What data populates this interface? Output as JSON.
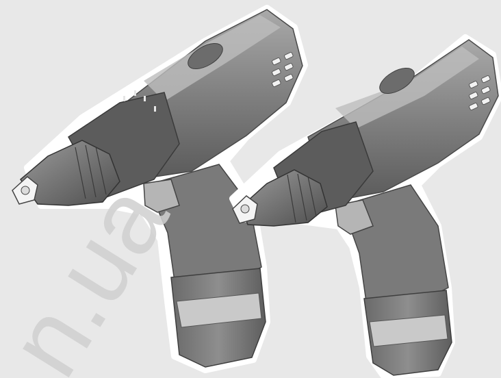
{
  "scene": {
    "background_color": "#e8e8e8",
    "outline_color": "#ffffff",
    "body_color": "#8a8a8a",
    "dark_color": "#5f5f5f",
    "light_color": "#b9b9b9",
    "watermark_text": "n.ua",
    "watermark_color": "#d0d0d0"
  },
  "drills": [
    {
      "name": "hammer-drill-left"
    },
    {
      "name": "drill-driver-right"
    }
  ]
}
